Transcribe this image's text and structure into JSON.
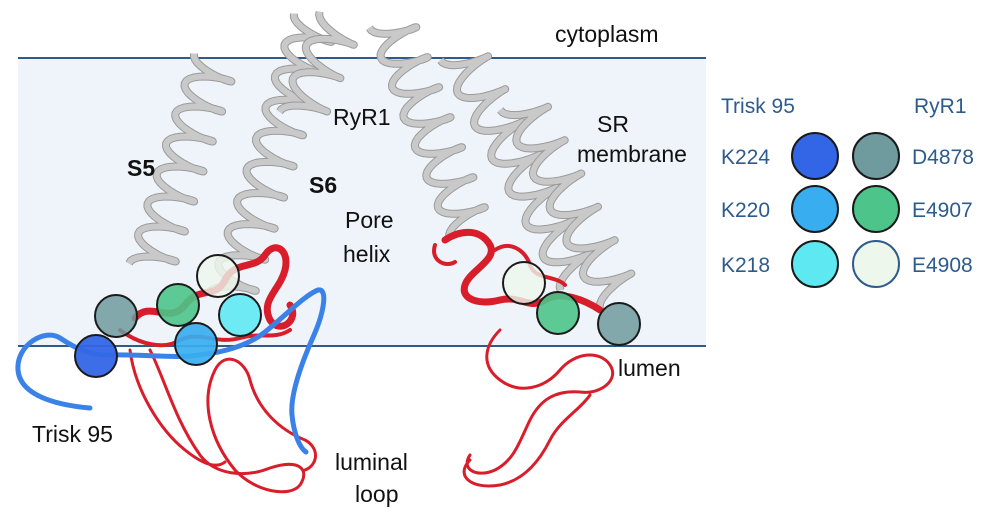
{
  "labels": {
    "cytoplasm": "cytoplasm",
    "ryr1": "RyR1",
    "sr_line1": "SR",
    "sr_line2": "membrane",
    "s5": "S5",
    "s6": "S6",
    "pore_line1": "Pore",
    "pore_line2": "helix",
    "lumen": "lumen",
    "trisk": "Trisk 95",
    "luminal_line1": "luminal",
    "luminal_line2": "loop"
  },
  "legend": {
    "trisk_heading": "Trisk 95",
    "ryr1_heading": "RyR1",
    "trisk_residues": [
      {
        "name": "K224",
        "color": "#3366e6"
      },
      {
        "name": "K220",
        "color": "#38aef0"
      },
      {
        "name": "K218",
        "color": "#5ee9f2"
      }
    ],
    "ryr1_residues": [
      {
        "name": "D4878",
        "color": "#6f9a9e"
      },
      {
        "name": "E4907",
        "color": "#4cc48a"
      },
      {
        "name": "E4908",
        "color": "#eef7ec"
      }
    ]
  },
  "colors": {
    "membrane_fill": "#eef4f9",
    "membrane_line": "#2d5b8e",
    "helix": "#c9c9c9",
    "ryr_loop": "#d81e2a",
    "trisk_chain": "#3b82e8",
    "legend_heading": "#2d5b8e",
    "legend_text": "#2d5b8e"
  }
}
